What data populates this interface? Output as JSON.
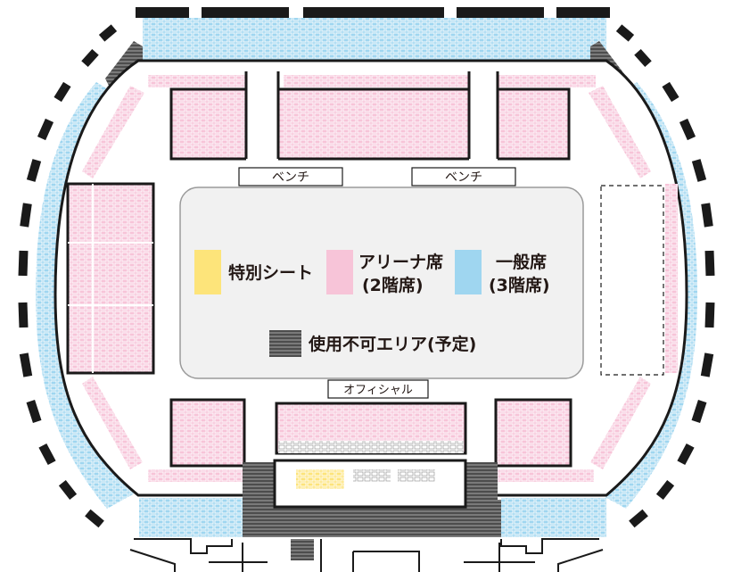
{
  "colors": {
    "special": "#fde47a",
    "arena": "#f7c4d8",
    "general": "#9fd6f0",
    "unavailable": "#4d4d4d",
    "outline": "#1a1a1a",
    "court": "#f1f1f1"
  },
  "labels": {
    "bench": "ベンチ",
    "official": "オフィシャル"
  },
  "legend": {
    "special": "特別シート",
    "arena_line1": "アリーナ席",
    "arena_line2": "(2階席)",
    "general_line1": "一般席",
    "general_line2": "(3階席)",
    "unavailable": "使用不可エリア(予定)"
  }
}
